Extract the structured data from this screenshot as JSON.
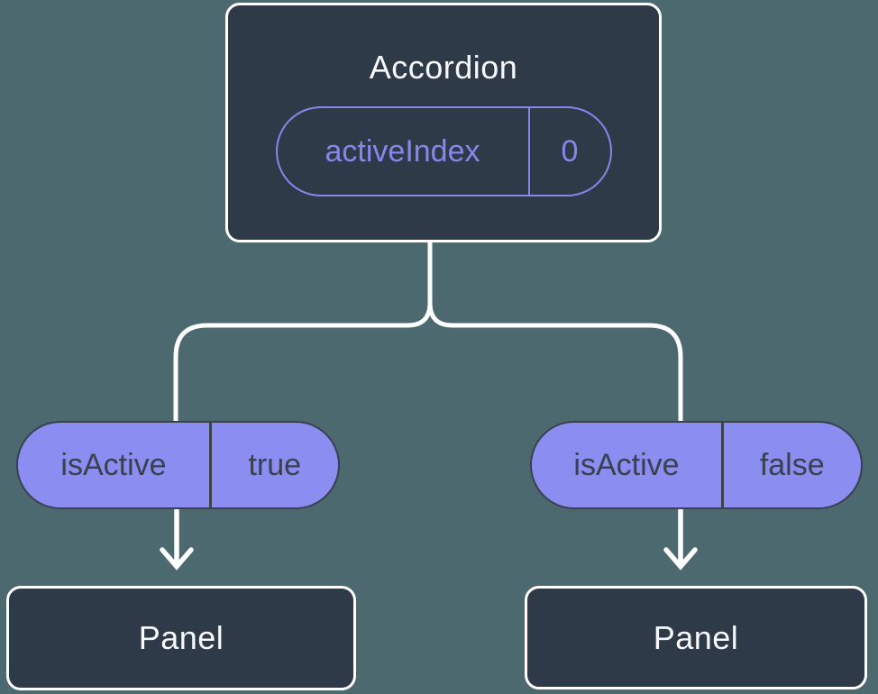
{
  "colors": {
    "background": "#4D6970",
    "node_fill": "#2F3A48",
    "node_border": "#FFFFFF",
    "pill_fill": "#8B8DF0",
    "pill_outline": "#8588EA",
    "pill_text_dark": "#39404E",
    "text_light": "#F6F8F9",
    "connector": "#FFFFFF"
  },
  "tree": {
    "root": {
      "label": "Accordion",
      "state": {
        "name": "activeIndex",
        "value": "0"
      }
    },
    "children": [
      {
        "prop": {
          "name": "isActive",
          "value": "true"
        },
        "label": "Panel"
      },
      {
        "prop": {
          "name": "isActive",
          "value": "false"
        },
        "label": "Panel"
      }
    ]
  }
}
